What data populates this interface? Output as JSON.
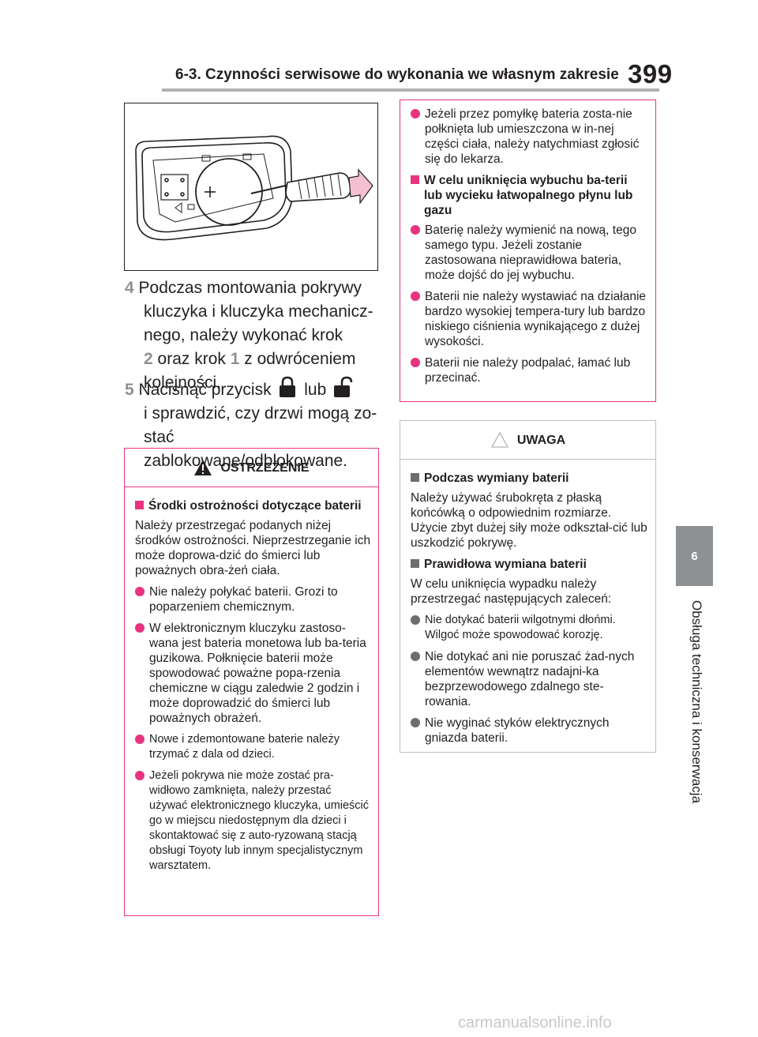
{
  "header": {
    "section_title": "6-3. Czynności serwisowe do wykonania we własnym zakresie",
    "page_number": "399"
  },
  "side_tab": {
    "chapter_number": "6",
    "chapter_title": "Obsługa techniczna i konserwacja"
  },
  "steps": {
    "step4": {
      "number": "4",
      "text_a": "Podczas montowania pokrywy",
      "text_b": "kluczyka i kluczyka mechanicz-",
      "text_c": "nego, należy wykonać krok",
      "ref1": "2",
      "text_d": " oraz krok ",
      "ref2": "1",
      "text_e": " z odwróceniem",
      "text_f": "kolejności."
    },
    "step5": {
      "number": "5",
      "text_a": "Nacisnąć przycisk",
      "text_or": "lub",
      "text_b": "i sprawdzić, czy drzwi mogą zo-",
      "text_c": "stać zablokowane/odblokowane.",
      "icon_lock": "lock-icon",
      "icon_unlock": "unlock-icon"
    }
  },
  "warning_box": {
    "title": "OSTRZEŻENIE",
    "section_heading": "Środki ostrożności dotyczące baterii",
    "intro": "Należy przestrzegać podanych niżej środków ostrożności. Nieprzestrzeganie ich może doprowa-dzić do śmierci lub poważnych obra-żeń ciała.",
    "bullets": [
      "Nie należy połykać baterii. Grozi to poparzeniem chemicznym.",
      "W elektronicznym kluczyku zastoso-wana jest bateria monetowa lub ba-teria guzikowa. Połknięcie baterii może spowodować poważne popa-rzenia chemiczne w ciągu zaledwie 2 godzin i może doprowadzić do śmierci lub poważnych obrażeń.",
      "Nowe i zdemontowane baterie należy trzymać z dala od dzieci.",
      "Jeżeli pokrywa nie może zostać pra-widłowo zamknięta, należy przestać używać elektronicznego kluczyka, umieścić go w miejscu niedostępnym dla dzieci i skontaktować się z auto-ryzowaną stacją obsługi Toyoty lub innym specjalistycznym warsztatem."
    ]
  },
  "warning_box_cont": {
    "bullet1": "Jeżeli przez pomyłkę bateria zosta-nie połknięta lub umieszczona w in-nej części ciała, należy natychmiast zgłosić się do lekarza.",
    "section_heading": "W celu uniknięcia wybuchu ba-terii lub wycieku łatwopalnego płynu lub gazu",
    "bullets": [
      "Baterię należy wymienić na nową, tego samego typu. Jeżeli zostanie zastosowana nieprawidłowa bateria, może dojść do jej wybuchu.",
      "Baterii nie należy wystawiać na działanie bardzo wysokiej tempera-tury lub bardzo niskiego ciśnienia wynikającego z dużej wysokości.",
      "Baterii nie należy podpalać, łamać lub przecinać."
    ]
  },
  "notice_box": {
    "title": "UWAGA",
    "section1_heading": "Podczas wymiany baterii",
    "section1_text": "Należy używać śrubokręta z płaską końcówką o odpowiednim rozmiarze. Użycie zbyt dużej siły może odkształ-cić lub uszkodzić pokrywę.",
    "section2_heading": "Prawidłowa wymiana baterii",
    "section2_text": "W celu uniknięcia wypadku należy przestrzegać następujących zaleceń:",
    "bullets": [
      "Nie dotykać baterii wilgotnymi dłońmi. Wilgoć może spowodować korozję.",
      "Nie dotykać ani nie poruszać żad-nych elementów wewnątrz nadajni-ka bezprzewodowego zdalnego ste-rowania.",
      "Nie wyginać styków elektrycznych gniazda baterii."
    ]
  },
  "watermark": "carmanualsonline.info",
  "colors": {
    "warning_accent": "#e8337f",
    "notice_accent": "#6d6e71",
    "step_number": "#8e9193"
  }
}
